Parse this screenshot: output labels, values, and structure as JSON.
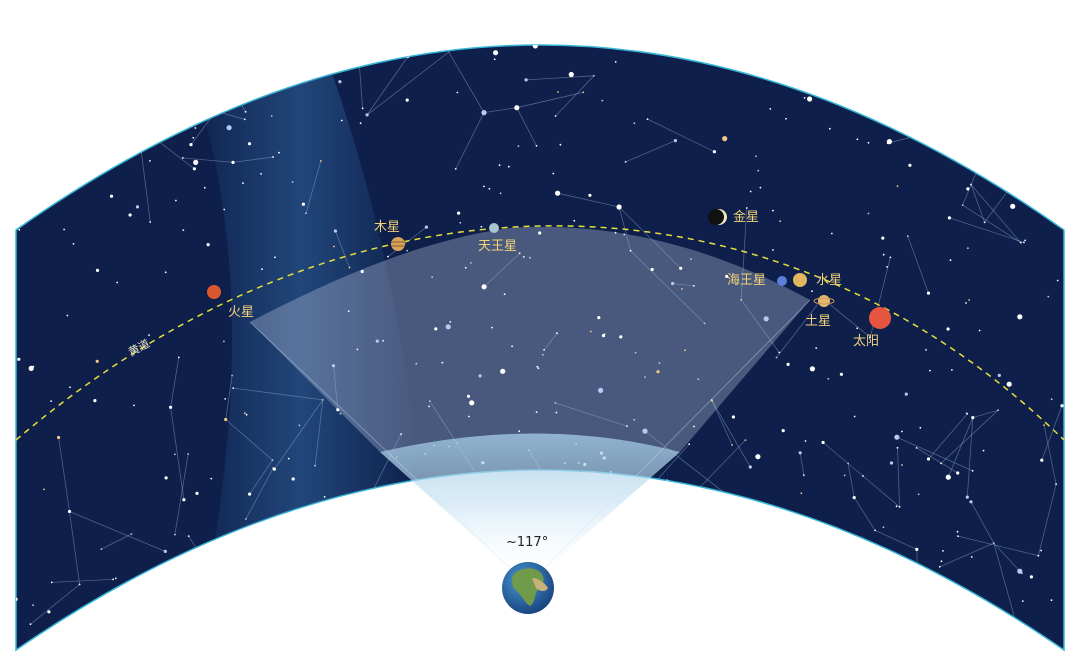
{
  "ecliptic_label": "黄道",
  "angle_label": "~117°",
  "planets": {
    "jupiter": {
      "label": "木星",
      "color": "#d9a35a"
    },
    "uranus": {
      "label": "天王星",
      "color": "#a9c3cf"
    },
    "venus": {
      "label": "金星",
      "color": "#111111"
    },
    "neptune": {
      "label": "海王星",
      "color": "#5b7fd6"
    },
    "mercury": {
      "label": "水星",
      "color": "#e2b55f"
    },
    "saturn": {
      "label": "土星",
      "color": "#e3b874"
    },
    "sun": {
      "label": "太阳",
      "color": "#e5553f"
    },
    "mars": {
      "label": "火星",
      "color": "#d9572e"
    }
  },
  "colors": {
    "sky": "#0d1f4a",
    "sky_edge": "#37b7d8",
    "ecliptic": "#e6df3a",
    "wedge": "#c9d4ea",
    "milky_way": "#3a76b4"
  }
}
